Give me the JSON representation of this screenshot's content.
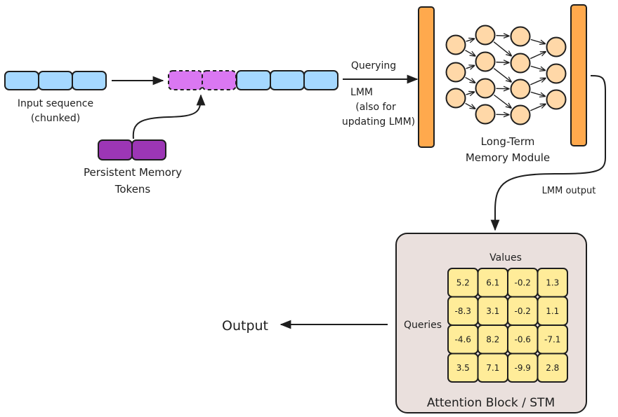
{
  "colors": {
    "input_token": "#a5d8ff",
    "memory_token_dashed": "#da77f2",
    "persistent_token": "#9c36b5",
    "lmm_bar": "#ffa94d",
    "lmm_node": "#ffd8a8",
    "attention_box": "#eae0dd",
    "attention_cell": "#ffec99",
    "stroke": "#1e1e1e"
  },
  "labels": {
    "input_sequence_line1": "Input sequence",
    "input_sequence_line2": "(chunked)",
    "persistent_line1": "Persistent Memory",
    "persistent_line2": "Tokens",
    "querying_line1": "Querying",
    "querying_line2": "LMM",
    "querying_line3": "(also for",
    "querying_line4": "updating LMM)",
    "lmm_line1": "Long-Term",
    "lmm_line2": "Memory Module",
    "lmm_output": "LMM output",
    "values": "Values",
    "queries": "Queries",
    "attention_title": "Attention Block / STM",
    "output": "Output"
  },
  "tokens": {
    "input_count": 3,
    "persistent_count": 2,
    "combined_memory_count": 2,
    "combined_input_count": 3
  },
  "network": {
    "layers": [
      3,
      4,
      4,
      3
    ]
  },
  "attention_matrix": [
    [
      "5.2",
      "6.1",
      "-0.2",
      "1.3"
    ],
    [
      "-8.3",
      "3.1",
      "-0.2",
      "1.1"
    ],
    [
      "-4.6",
      "8.2",
      "-0.6",
      "-7.1"
    ],
    [
      "3.5",
      "7.1",
      "-9.9",
      "2.8"
    ]
  ]
}
